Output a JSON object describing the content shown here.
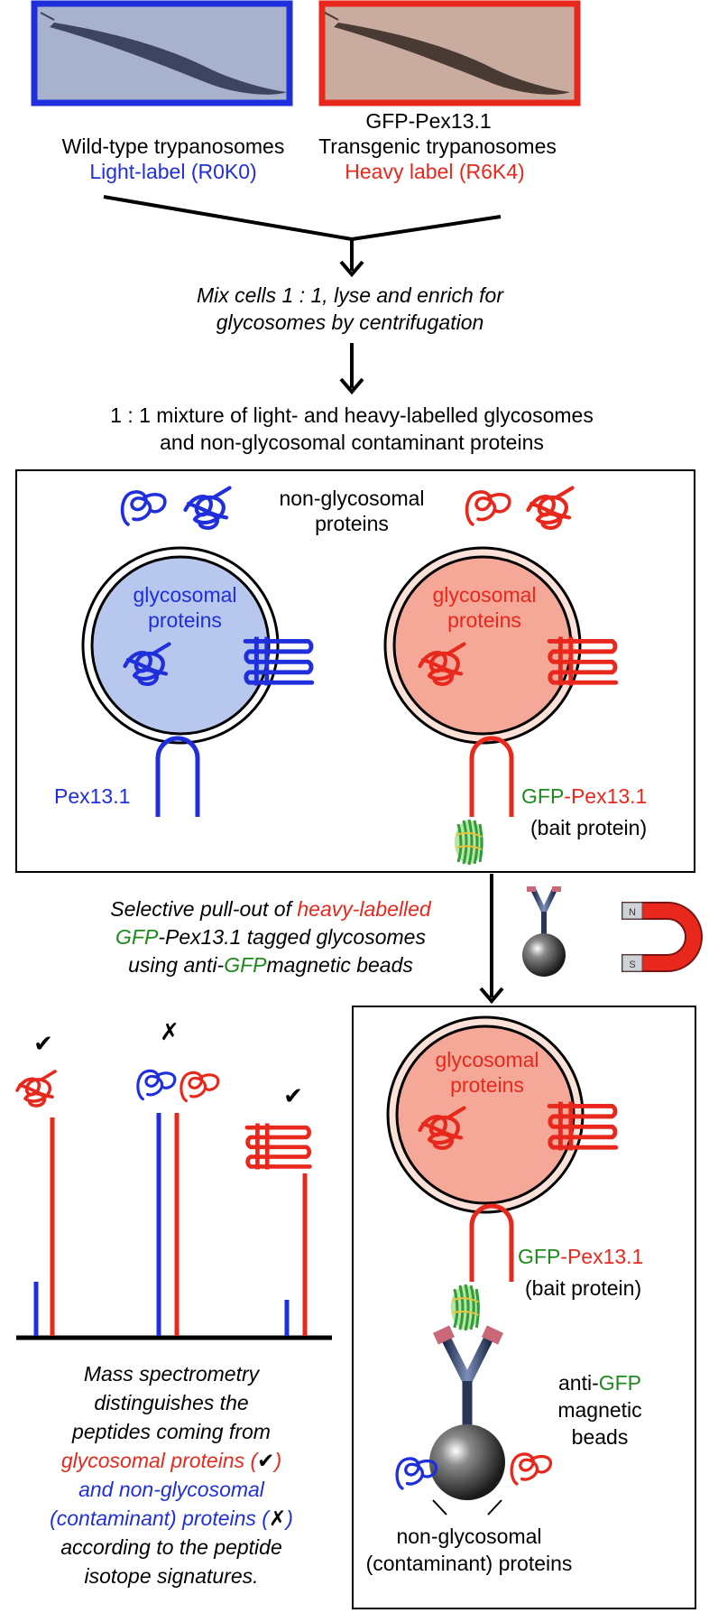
{
  "top": {
    "left_panel": {
      "line1": "Wild-type trypanosomes",
      "line2": "Light-label (R0K0)"
    },
    "right_panel": {
      "line1": "GFP-Pex13.1",
      "line2": "Transgenic trypanosomes",
      "line3": "Heavy label (R6K4)"
    }
  },
  "step1": {
    "line1": "Mix cells 1 : 1, lyse and enrich for",
    "line2": "glycosomes by centrifugation"
  },
  "mixture": {
    "line1": "1 : 1 mixture of light- and heavy-labelled glycosomes",
    "line2": "and non-glycosomal contaminant proteins"
  },
  "box1": {
    "nonglyco_line1": "non-glycosomal",
    "nonglyco_line2": "proteins",
    "glyco_line1": "glycosomal",
    "glyco_line2": "proteins",
    "pex_light": "Pex13.1",
    "gfp": "GFP",
    "pex_heavy": "-Pex13.1",
    "bait": "(bait protein)"
  },
  "pullout": {
    "l1_a": "Selective pull-out of ",
    "l1_b": "heavy-labelled",
    "l2_a": "GFP",
    "l2_b": "-Pex13.1 tagged glycosomes",
    "l3_a": "using anti-",
    "l3_b": "GFP",
    "l3_c": "magnetic beads"
  },
  "box2": {
    "glyco_line1": "glycosomal",
    "glyco_line2": "proteins",
    "gfp": "GFP",
    "pex": "-Pex13.1",
    "bait": "(bait protein)",
    "anti": "anti-",
    "anti_gfp": "GFP",
    "magnetic": "magnetic",
    "beads": "beads",
    "nonglyco_line1": "non-glycosomal",
    "nonglyco_line2": "(contaminant) proteins"
  },
  "ms": {
    "check": "✔",
    "cross": "✗",
    "line1": "Mass spectrometry",
    "line2": "distinguishes the",
    "line3": "peptides coming from",
    "line4_a": "glycosomal proteins (",
    "line4_b": "✔",
    "line4_c": ")",
    "line5": "and non-glycosomal",
    "line6_a": "(contaminant) proteins (",
    "line6_b": "✗",
    "line6_c": ")",
    "line7": "according to the peptide",
    "line8": "isotope signatures."
  },
  "magnet": {
    "n": "N",
    "s": "S"
  },
  "colors": {
    "light": "#1f2fdc",
    "heavy": "#e8281c",
    "gfp": "#1e8a1e",
    "light_fill": "#b8c7ee",
    "heavy_fill": "#f6a898"
  }
}
